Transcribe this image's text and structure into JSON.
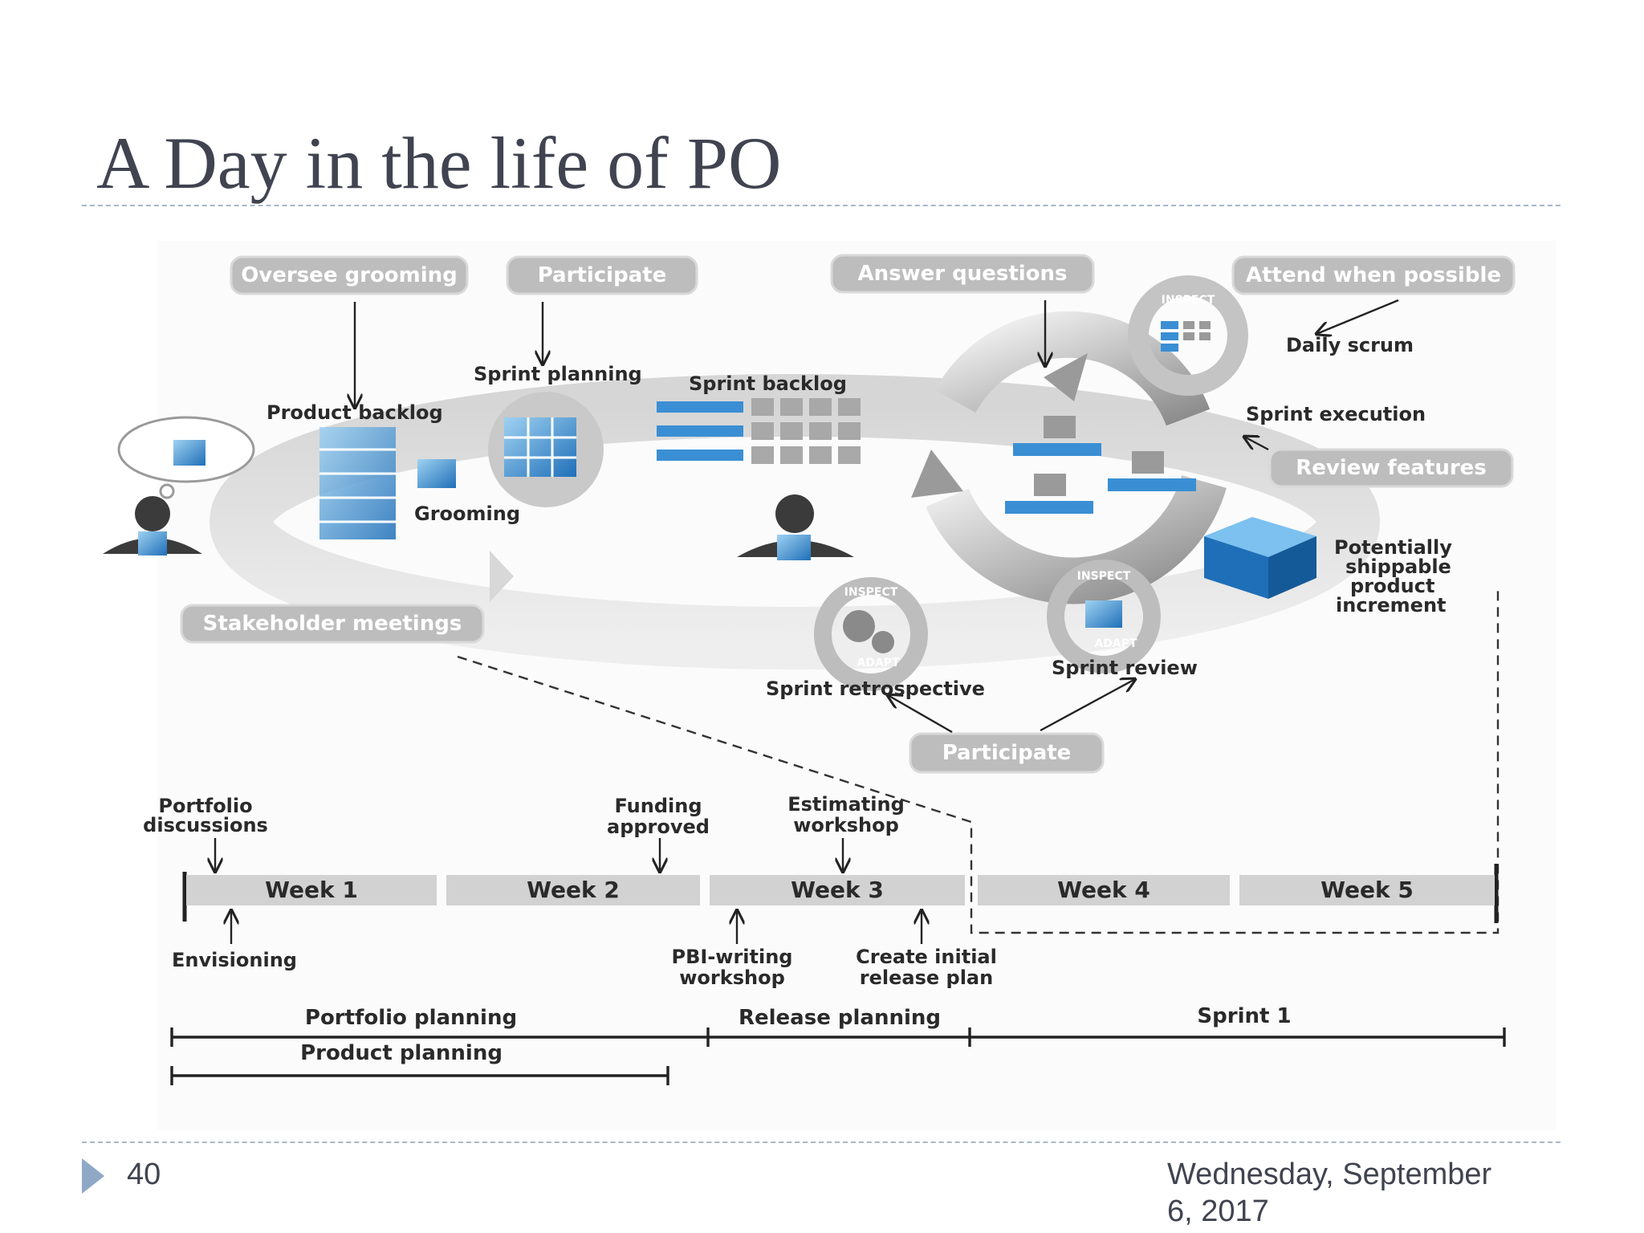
{
  "slide": {
    "title": "A Day in the life of PO",
    "page_number": "40",
    "date": "Wednesday, September 6, 2017"
  },
  "diagram": {
    "role_labels": {
      "oversee_grooming": "Oversee grooming",
      "participate_planning": "Participate",
      "answer_questions": "Answer questions",
      "attend_when_possible": "Attend when possible",
      "review_features": "Review features",
      "stakeholder_meetings": "Stakeholder meetings",
      "participate_review": "Participate"
    },
    "activity_labels": {
      "sprint_planning": "Sprint planning",
      "sprint_backlog": "Sprint backlog",
      "product_backlog": "Product backlog",
      "grooming": "Grooming",
      "daily_scrum": "Daily scrum",
      "sprint_execution": "Sprint execution",
      "potentially_shippable": [
        "Potentially",
        "shippable",
        "product",
        "increment"
      ],
      "sprint_retrospective": "Sprint retrospective",
      "sprint_review": "Sprint review",
      "inspect": "INSPECT",
      "adapt": "ADAPT"
    },
    "timeline": {
      "weeks": [
        "Week 1",
        "Week 2",
        "Week 3",
        "Week 4",
        "Week 5"
      ],
      "events_above": {
        "portfolio_discussions": [
          "Portfolio",
          "discussions"
        ],
        "funding_approved": [
          "Funding",
          "approved"
        ],
        "estimating_workshop": [
          "Estimating",
          "workshop"
        ]
      },
      "events_below": {
        "envisioning": [
          "Envisioning"
        ],
        "pbi_writing_workshop": [
          "PBI-writing",
          "workshop"
        ],
        "create_initial_release_plan": [
          "Create initial",
          "release plan"
        ]
      },
      "phases": {
        "portfolio_planning": "Portfolio planning",
        "release_planning": "Release planning",
        "sprint_1": "Sprint 1",
        "product_planning": "Product planning"
      }
    }
  }
}
